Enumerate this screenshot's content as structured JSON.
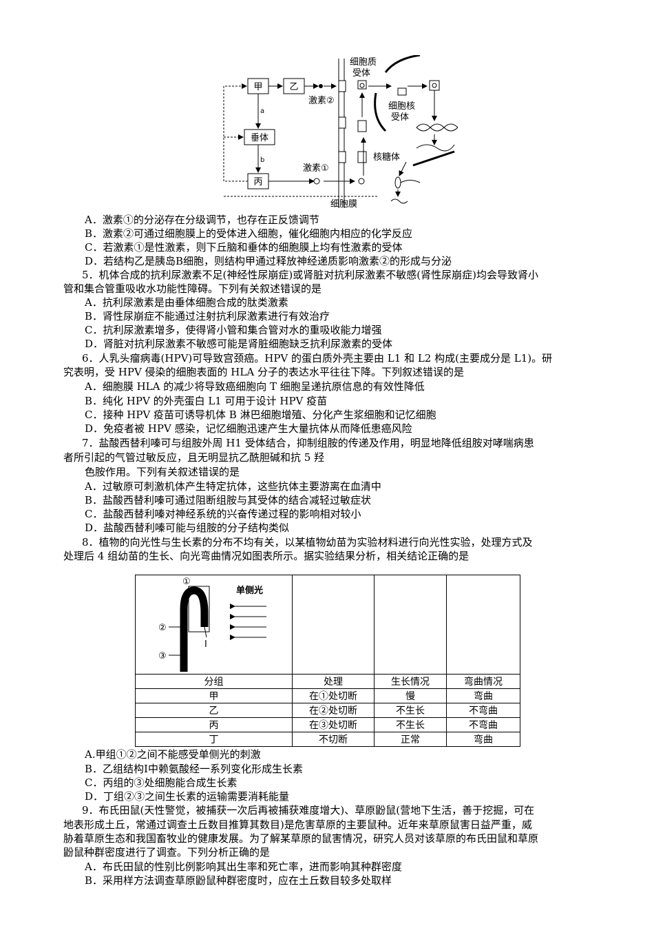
{
  "figure1": {
    "jia": "甲",
    "yi": "乙",
    "chuiti": "垂体",
    "bing": "丙",
    "a": "a",
    "b": "b",
    "hormone2": "激素②",
    "hormone1": "激素①",
    "cytoplasm_receptor_1": "细胞质",
    "cytoplasm_receptor_2": "受体",
    "nucleus_receptor_1": "细胞核",
    "nucleus_receptor_2": "受体",
    "ribosome": "核糖体",
    "cell_membrane": "细胞膜"
  },
  "q4_options": [
    "A．激素①的分泌存在分级调节，也存在正反馈调节",
    "B．激素②可通过细胞膜上的受体进入细胞，催化细胞内相应的化学反应",
    "C．若激素①是性激素，则下丘脑和垂体的细胞膜上均有性激素的受体",
    "D．若结构乙是胰岛B细胞，则结构甲通过释放神经递质影响激素②的形成与分泌"
  ],
  "q5": {
    "stem": [
      "5．机体合成的抗利尿激素不足(神经性尿崩症)或肾脏对抗利尿激素不敏感(肾性尿崩症)均会导致肾小",
      "管和集合管重吸收水功能性障碍。下列有关叙述错误的是"
    ],
    "options": [
      "A．抗利尿激素是由垂体细胞合成的肽类激素",
      "B．肾性尿崩症不能通过注射抗利尿激素进行有效治疗",
      "C．抗利尿激素增多，使得肾小管和集合管对水的重吸收能力增强",
      "D．肾脏对抗利尿激素不敏感可能是肾脏细胞缺乏抗利尿激素的受体"
    ]
  },
  "q6": {
    "stem": [
      "6．人乳头瘤病毒(HPV)可导致宫颈癌。HPV 的蛋白质外壳主要由 L1 和 L2 构成(主要成分是 L1)。研",
      "究表明，受 HPV 侵染的细胞表面的 HLA 分子的表达水平往往下降。下列叙述错误的是"
    ],
    "options": [
      "A．细胞膜 HLA 的减少将导致癌细胞向 T 细胞呈递抗原信息的有效性降低",
      "B．纯化 HPV 的外壳蛋白 L1 可用于设计 HPV 疫苗",
      "C．接种 HPV 疫苗可诱导机体 B 淋巴细胞增殖、分化产生浆细胞和记忆细胞",
      "D．免疫者被 HPV 感染，记忆细胞迅速产生大量抗体从而降低患癌风险"
    ]
  },
  "q7": {
    "stem": [
      "7．盐酸西替利嗪可与组胺外周 H1 受体结合，抑制组胺的传递及作用，明显地降低组胺对哮喘病患",
      "者所引起的气管过敏反应，且无明显抗乙酰胆碱和抗 5 羟",
      "色胺作用。下列有关叙述错误的是"
    ],
    "options": [
      "A．过敏原可刺激机体产生特定抗体，这些抗体主要游离在血清中",
      "B．盐酸西替利嗪可通过阻断组胺与其受体的结合减轻过敏症状",
      "C．盐酸西替利嗪对神经系统的兴奋传递过程的影响相对较小",
      "D．盐酸西替利嗪可能与组胺的分子结构类似"
    ]
  },
  "q8": {
    "stem": [
      "8．植物的向光性与生长素的分布不均有关，以某植物幼苗为实验材料进行向光性实验，处理方式及",
      "处理后 4 组幼苗的生长、向光弯曲情况如图表所示。据实验结果分析，相关结论正确的是"
    ],
    "figure": {
      "label1": "①",
      "label2": "②",
      "label3": "③",
      "labelI": "I",
      "light": "单侧光"
    },
    "table": {
      "headers": [
        "分组",
        "处理",
        "生长情况",
        "弯曲情况"
      ],
      "rows": [
        [
          "甲",
          "在①处切断",
          "慢",
          "弯曲"
        ],
        [
          "乙",
          "在②处切断",
          "不生长",
          "不弯曲"
        ],
        [
          "丙",
          "在③处切断",
          "不生长",
          "不弯曲"
        ],
        [
          "丁",
          "不切断",
          "正常",
          "弯曲"
        ]
      ]
    },
    "options": [
      "A.甲组①②之间不能感受单侧光的刺激",
      "B．乙组结构Ⅰ中赖氨酸经一系列变化形成生长素",
      "C．丙组的③处细胞能合成生长素",
      "D．丁组②③之间生长素的运输需要消耗能量"
    ]
  },
  "q9": {
    "stem": [
      "9．布氏田鼠(天性警觉，被捕获一次后再被捕获难度增大)、草原鼢鼠(营地下生活，善于挖掘，可在",
      "地表形成土丘，常通过调查土丘数目推算其数目)是危害草原的主要鼠种。近年来草原鼠害日益严重，威",
      "胁着草原生态和我国畜牧业的健康发展。为了解某草原的鼠害情况，研究人员对该草原的布氏田鼠和草原",
      "鼢鼠种群密度进行了调查。下列分析正确的是"
    ],
    "options": [
      "A．布氏田鼠的性别比例影响其出生率和死亡率，进而影响其种群密度",
      "B．采用样方法调查草原鼢鼠种群密度时，应在土丘数目较多处取样"
    ]
  }
}
